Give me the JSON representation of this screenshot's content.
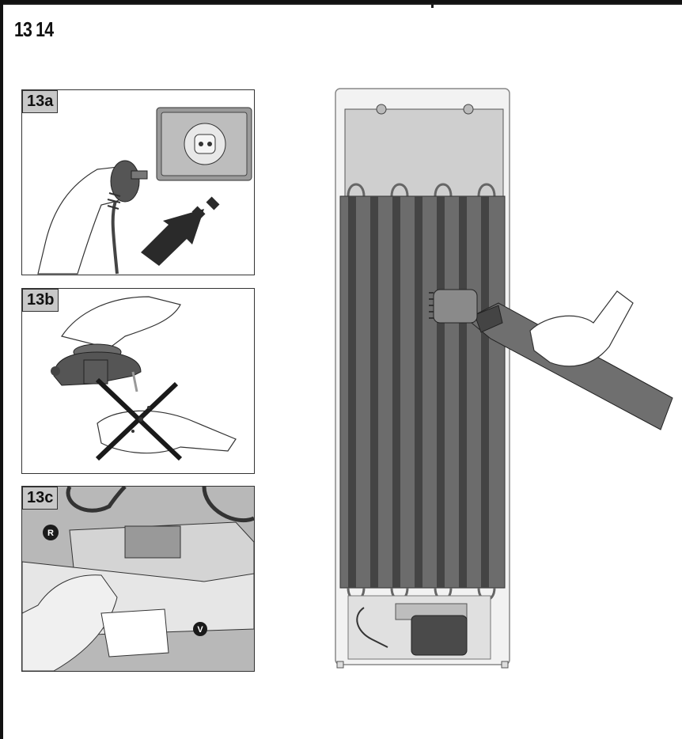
{
  "page": {
    "title": "13 14"
  },
  "figures": [
    {
      "id": "13a",
      "label": "13a"
    },
    {
      "id": "13b",
      "label": "13b"
    },
    {
      "id": "13c",
      "label": "13c",
      "markers": [
        "R",
        "V"
      ]
    },
    {
      "id": "14",
      "label": ""
    }
  ]
}
